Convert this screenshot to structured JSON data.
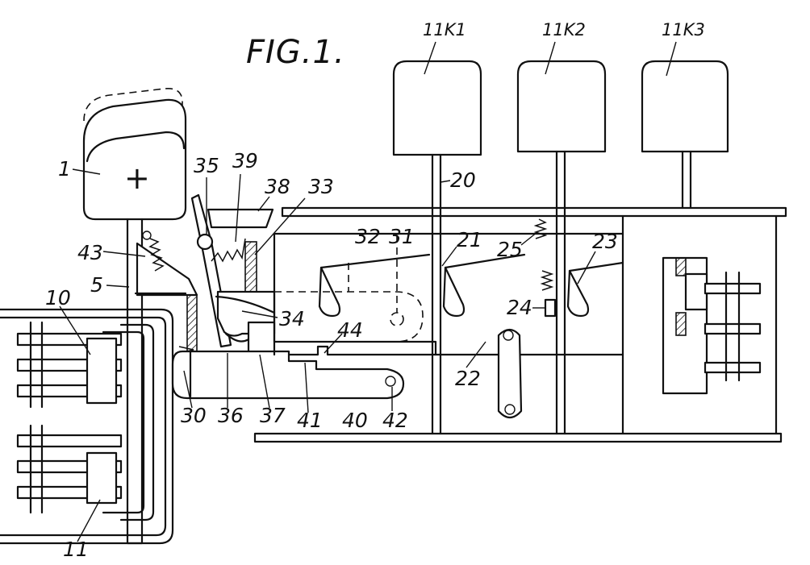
{
  "figure": {
    "title": "FIG.1.",
    "keys": [
      "11K1",
      "11K2",
      "11K3"
    ],
    "reference_numerals": {
      "n1": "1",
      "n5": "5",
      "n10": "10",
      "n11": "11",
      "n20": "20",
      "n21": "21",
      "n22": "22",
      "n23": "23",
      "n24": "24",
      "n25": "25",
      "n30": "30",
      "n31": "31",
      "n32": "32",
      "n33": "33",
      "n34": "34",
      "n35": "35",
      "n36": "36",
      "n37": "37",
      "n38": "38",
      "n39": "39",
      "n40": "40",
      "n41": "41",
      "n42": "42",
      "n43": "43",
      "n44": "44"
    },
    "plus_sign": "+"
  }
}
